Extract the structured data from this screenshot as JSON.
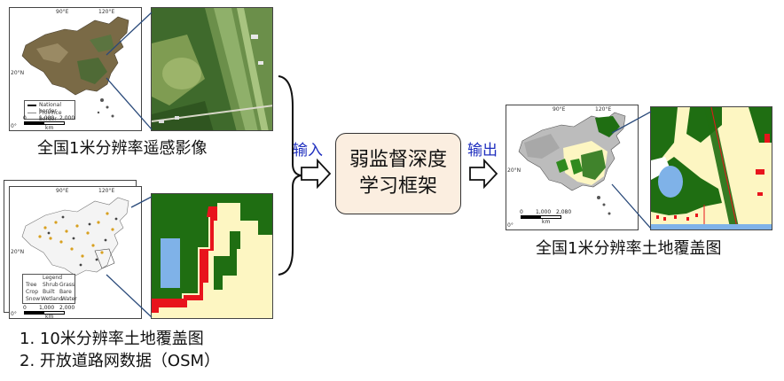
{
  "inputs": {
    "imagery": {
      "caption": "全国1米分辨率遥感影像",
      "map_ticks": {
        "lon_a": "90°E",
        "lon_b": "120°E",
        "lat_a": "20°N",
        "lat_b": "0°"
      },
      "legend": [
        "National border",
        "Province border"
      ],
      "scale": {
        "s0": "0",
        "s1": "1,000",
        "s2": "2,000",
        "unit": "km"
      }
    },
    "labels": {
      "caption_line1": "1. 10米分辨率土地覆盖图",
      "caption_line2": "2. 开放道路网数据（OSM）",
      "map_ticks": {
        "lon_a": "90°E",
        "lon_b": "120°E",
        "lat_a": "20°N",
        "lat_b": "0°"
      },
      "legend_title": "Legend",
      "legend_items": [
        "Tree",
        "Shrub",
        "Grass",
        "Crop",
        "Built",
        "Bare",
        "Snow",
        "Wetland",
        "Water"
      ],
      "scale": {
        "s0": "0",
        "s1": "1,000",
        "s2": "2,000",
        "unit": "km"
      }
    }
  },
  "flow": {
    "input_label": "输入",
    "output_label": "输出",
    "framework_line1": "弱监督深度",
    "framework_line2": "学习框架"
  },
  "output": {
    "caption": "全国1米分辨率土地覆盖图",
    "map_ticks": {
      "lon_a": "90°E",
      "lon_b": "120°E",
      "lat_a": "20°N",
      "lat_b": "0°"
    },
    "scale": {
      "s0": "0",
      "s1": "1,000",
      "s2": "2,080",
      "unit": "km"
    }
  },
  "colors": {
    "forest": "#1f6e12",
    "crop_yellow": "#fdf6c2",
    "water": "#7fb2e8",
    "road_red": "#e8141c",
    "arrow_blue": "#1f3a6e",
    "framework_fill": "#fbeee0"
  }
}
